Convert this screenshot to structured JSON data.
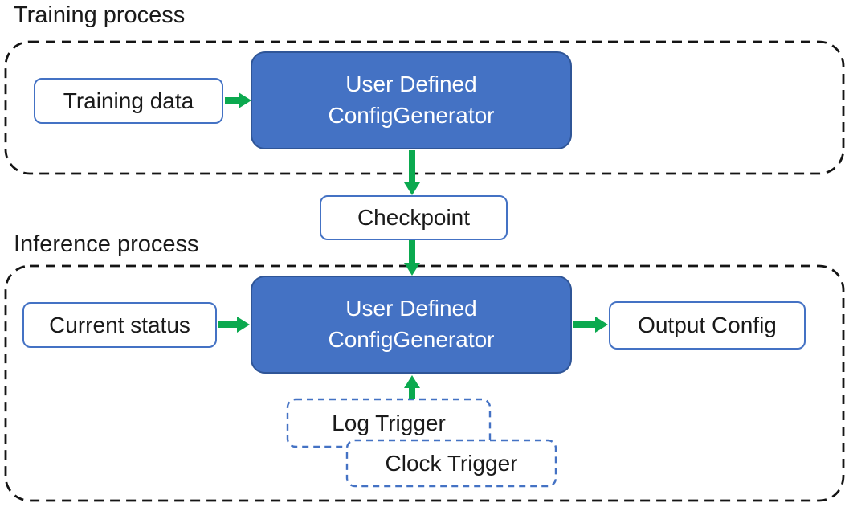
{
  "colors": {
    "node_fill_blue": "#4472C4",
    "node_border_dark_blue": "#2F5597",
    "light_node_border_blue": "#4472C4",
    "trigger_border_blue": "#4472C4",
    "arrow_green": "#0BA94F",
    "container_dash_black": "#141414",
    "text_black": "#1a1a1a",
    "text_white": "#ffffff",
    "canvas_bg": "#ffffff"
  },
  "sections": {
    "training": {
      "label": "Training process"
    },
    "inference": {
      "label": "Inference process"
    }
  },
  "nodes": {
    "training_data": {
      "label": "Training data"
    },
    "training_generator": {
      "line1": "User Defined",
      "line2": "ConfigGenerator"
    },
    "checkpoint": {
      "label": "Checkpoint"
    },
    "current_status": {
      "label": "Current status"
    },
    "inference_generator": {
      "line1": "User Defined",
      "line2": "ConfigGenerator"
    },
    "output_config": {
      "label": "Output Config"
    },
    "log_trigger": {
      "label": "Log Trigger"
    },
    "clock_trigger": {
      "label": "Clock Trigger"
    }
  },
  "arrows": [
    {
      "name": "training-data-to-generator",
      "from": "training_data",
      "to": "training_generator",
      "direction": "right"
    },
    {
      "name": "generator-to-checkpoint",
      "from": "training_generator",
      "to": "checkpoint",
      "direction": "down"
    },
    {
      "name": "checkpoint-to-inference-generator",
      "from": "checkpoint",
      "to": "inference_generator",
      "direction": "down"
    },
    {
      "name": "current-status-to-generator",
      "from": "current_status",
      "to": "inference_generator",
      "direction": "right"
    },
    {
      "name": "generator-to-output-config",
      "from": "inference_generator",
      "to": "output_config",
      "direction": "right"
    },
    {
      "name": "log-trigger-to-generator",
      "from": "log_trigger",
      "to": "inference_generator",
      "direction": "up"
    }
  ]
}
